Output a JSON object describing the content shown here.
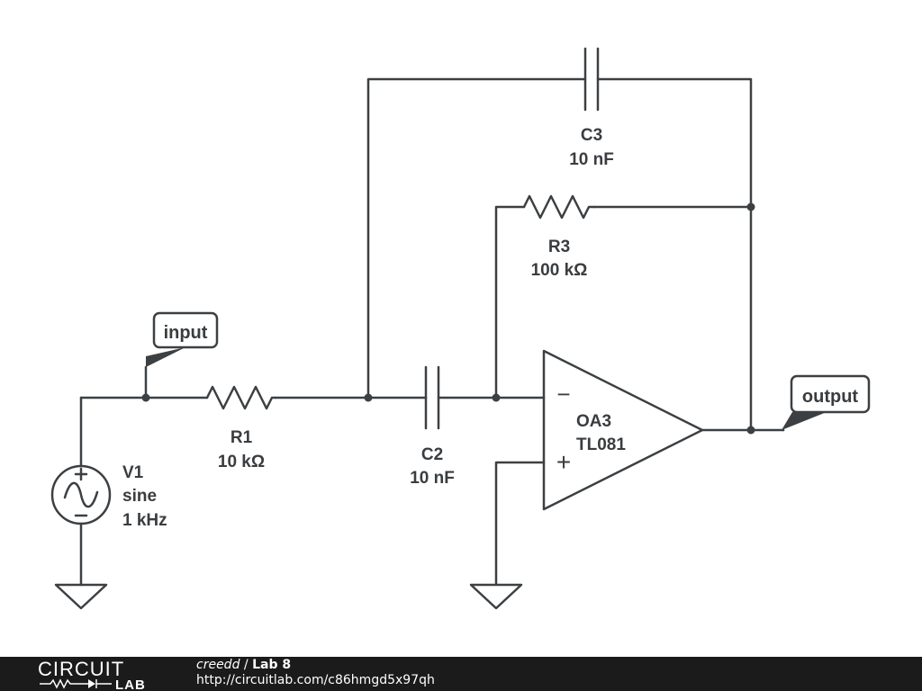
{
  "components": {
    "v1": {
      "name": "V1",
      "type": "sine",
      "freq": "1 kHz"
    },
    "r1": {
      "name": "R1",
      "value": "10 kΩ"
    },
    "c2": {
      "name": "C2",
      "value": "10 nF"
    },
    "c3": {
      "name": "C3",
      "value": "10 nF"
    },
    "r3": {
      "name": "R3",
      "value": "100 kΩ"
    },
    "oa3": {
      "name": "OA3",
      "part": "TL081",
      "minus": "−",
      "plus": "+"
    }
  },
  "nets": {
    "input": "input",
    "output": "output"
  },
  "footer": {
    "logo_top": "CIRCUIT",
    "logo_bottom": "LAB",
    "user": "creedd",
    "separator": " / ",
    "title": "Lab 8",
    "url": "http://circuitlab.com/c86hmgd5x97qh"
  }
}
